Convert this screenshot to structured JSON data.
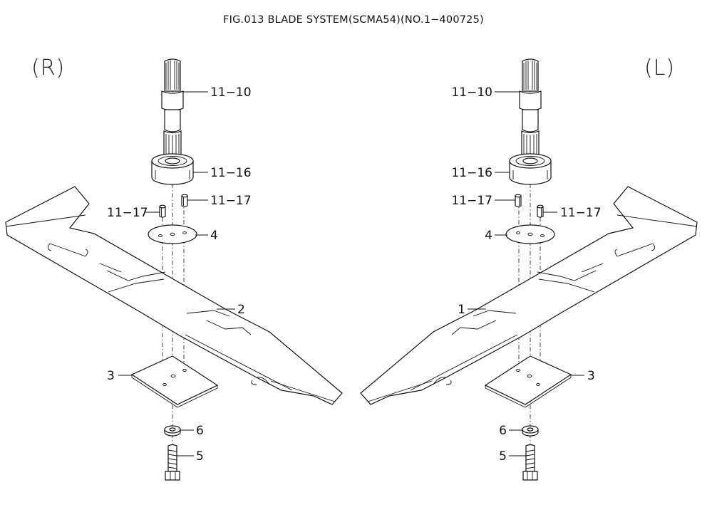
{
  "figure": {
    "title": "FIG.013  BLADE SYSTEM(SCMA54)(NO.1−400725)",
    "right_side_label": "(R)",
    "left_side_label": "(L)"
  },
  "callouts": {
    "right": {
      "spindle": "11−10",
      "bearing": "11−16",
      "pin_a": "11−17",
      "pin_b": "11−17",
      "washer_plate": "4",
      "blade": "2",
      "plate": "3",
      "washer": "6",
      "bolt": "5"
    },
    "left": {
      "spindle": "11−10",
      "bearing": "11−16",
      "pin_a": "11−17",
      "pin_b": "11−17",
      "washer_plate": "4",
      "blade": "1",
      "plate": "3",
      "washer": "6",
      "bolt": "5"
    }
  }
}
